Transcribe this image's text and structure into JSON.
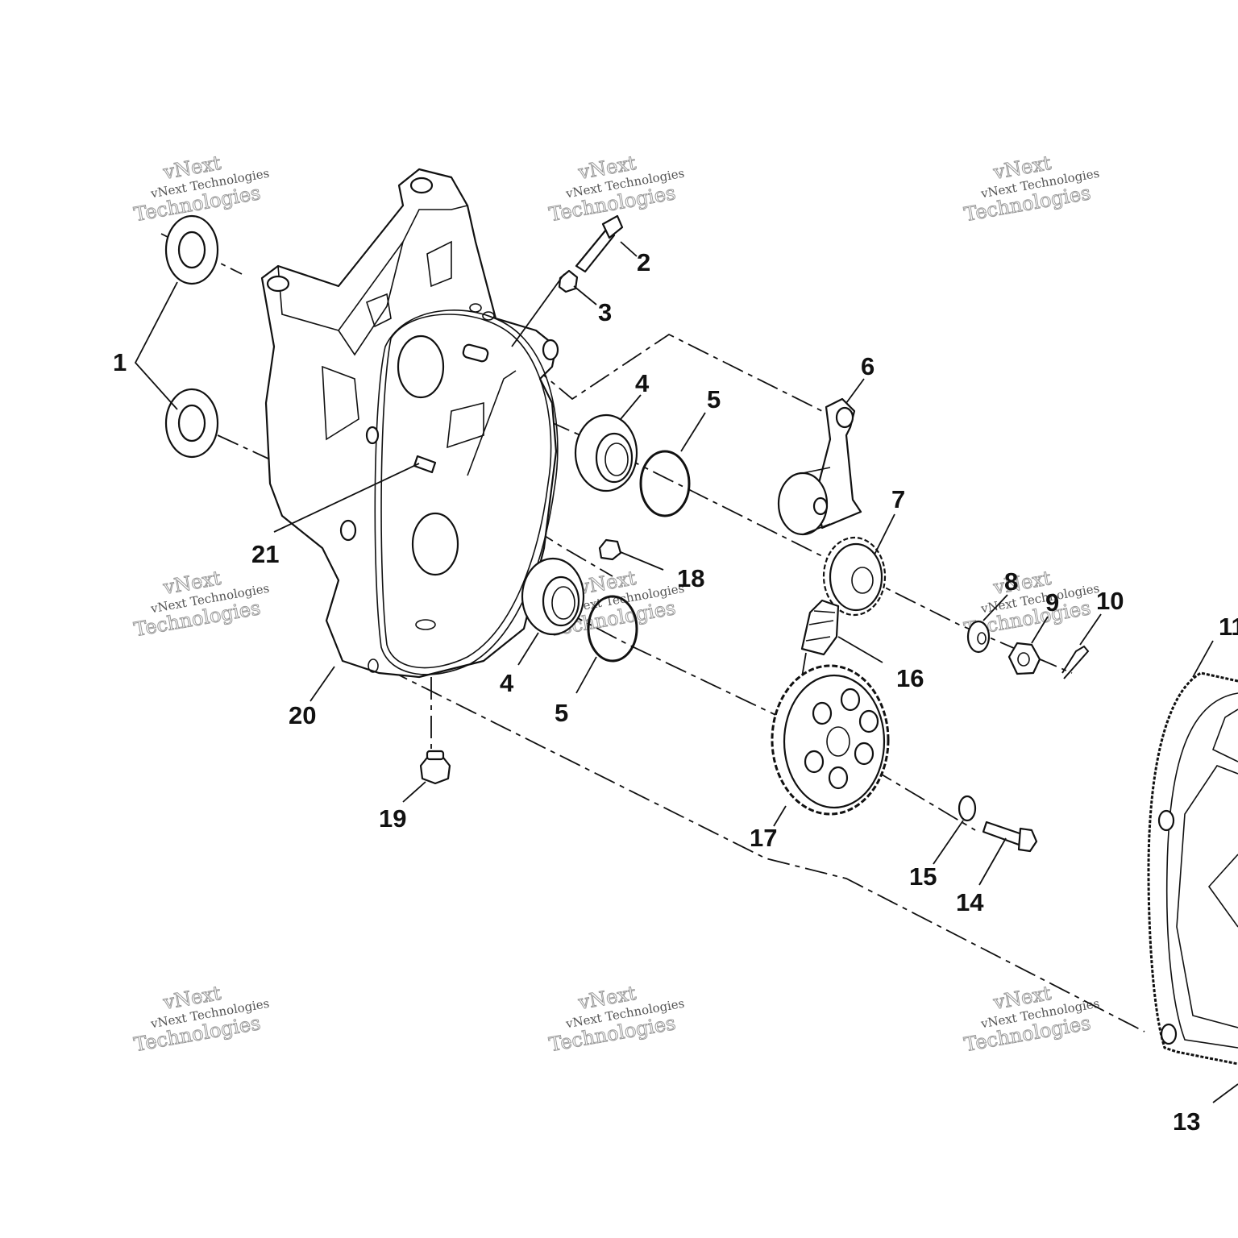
{
  "watermark": {
    "line1": "vNext Technologies",
    "line2": "vNext",
    "line3": "Technologies"
  },
  "callouts": [
    "1",
    "2",
    "3",
    "4",
    "4",
    "5",
    "5",
    "6",
    "7",
    "8",
    "9",
    "10",
    "11",
    "13",
    "14",
    "15",
    "16",
    "17",
    "18",
    "19",
    "20",
    "21"
  ]
}
